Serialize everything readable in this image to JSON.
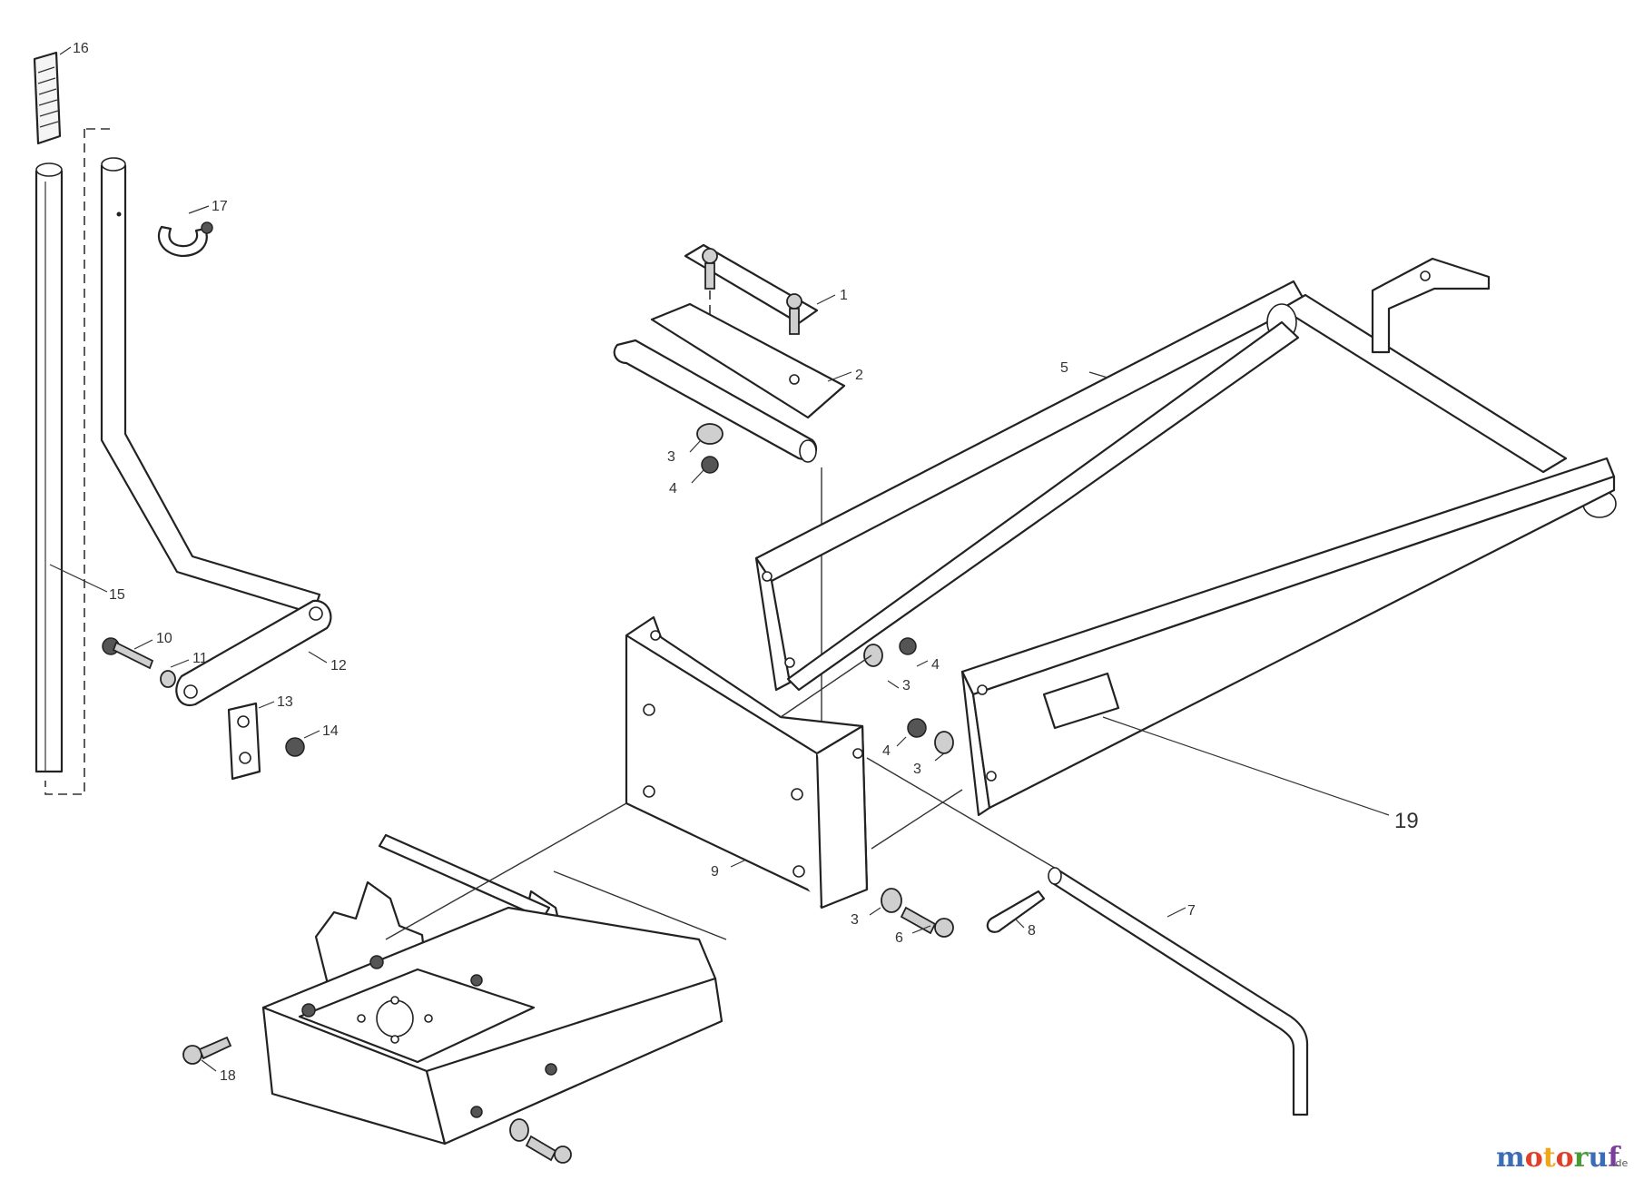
{
  "diagram": {
    "callouts": [
      {
        "id": "c1",
        "label": "1"
      },
      {
        "id": "c2",
        "label": "2"
      },
      {
        "id": "c3a",
        "label": "3"
      },
      {
        "id": "c4a",
        "label": "4"
      },
      {
        "id": "c5",
        "label": "5"
      },
      {
        "id": "c4b",
        "label": "4"
      },
      {
        "id": "c3b",
        "label": "3"
      },
      {
        "id": "c4c",
        "label": "4"
      },
      {
        "id": "c3c",
        "label": "3"
      },
      {
        "id": "c19",
        "label": "19"
      },
      {
        "id": "c9",
        "label": "9"
      },
      {
        "id": "c3d",
        "label": "3"
      },
      {
        "id": "c6",
        "label": "6"
      },
      {
        "id": "c8",
        "label": "8"
      },
      {
        "id": "c7",
        "label": "7"
      },
      {
        "id": "c16",
        "label": "16"
      },
      {
        "id": "c17",
        "label": "17"
      },
      {
        "id": "c15",
        "label": "15"
      },
      {
        "id": "c10",
        "label": "10"
      },
      {
        "id": "c11",
        "label": "11"
      },
      {
        "id": "c12",
        "label": "12"
      },
      {
        "id": "c13",
        "label": "13"
      },
      {
        "id": "c14",
        "label": "14"
      },
      {
        "id": "c18",
        "label": "18"
      }
    ]
  },
  "watermark": {
    "text": "motoruf",
    "suffix": ".de"
  },
  "colors": {
    "line": "#222222",
    "logo_m": "#3a6db5",
    "logo_o": "#e0402a",
    "logo_t": "#f2a516",
    "logo_r": "#4a9a3a",
    "logo_u": "#3a6db5",
    "logo_f": "#7a3f9a"
  }
}
